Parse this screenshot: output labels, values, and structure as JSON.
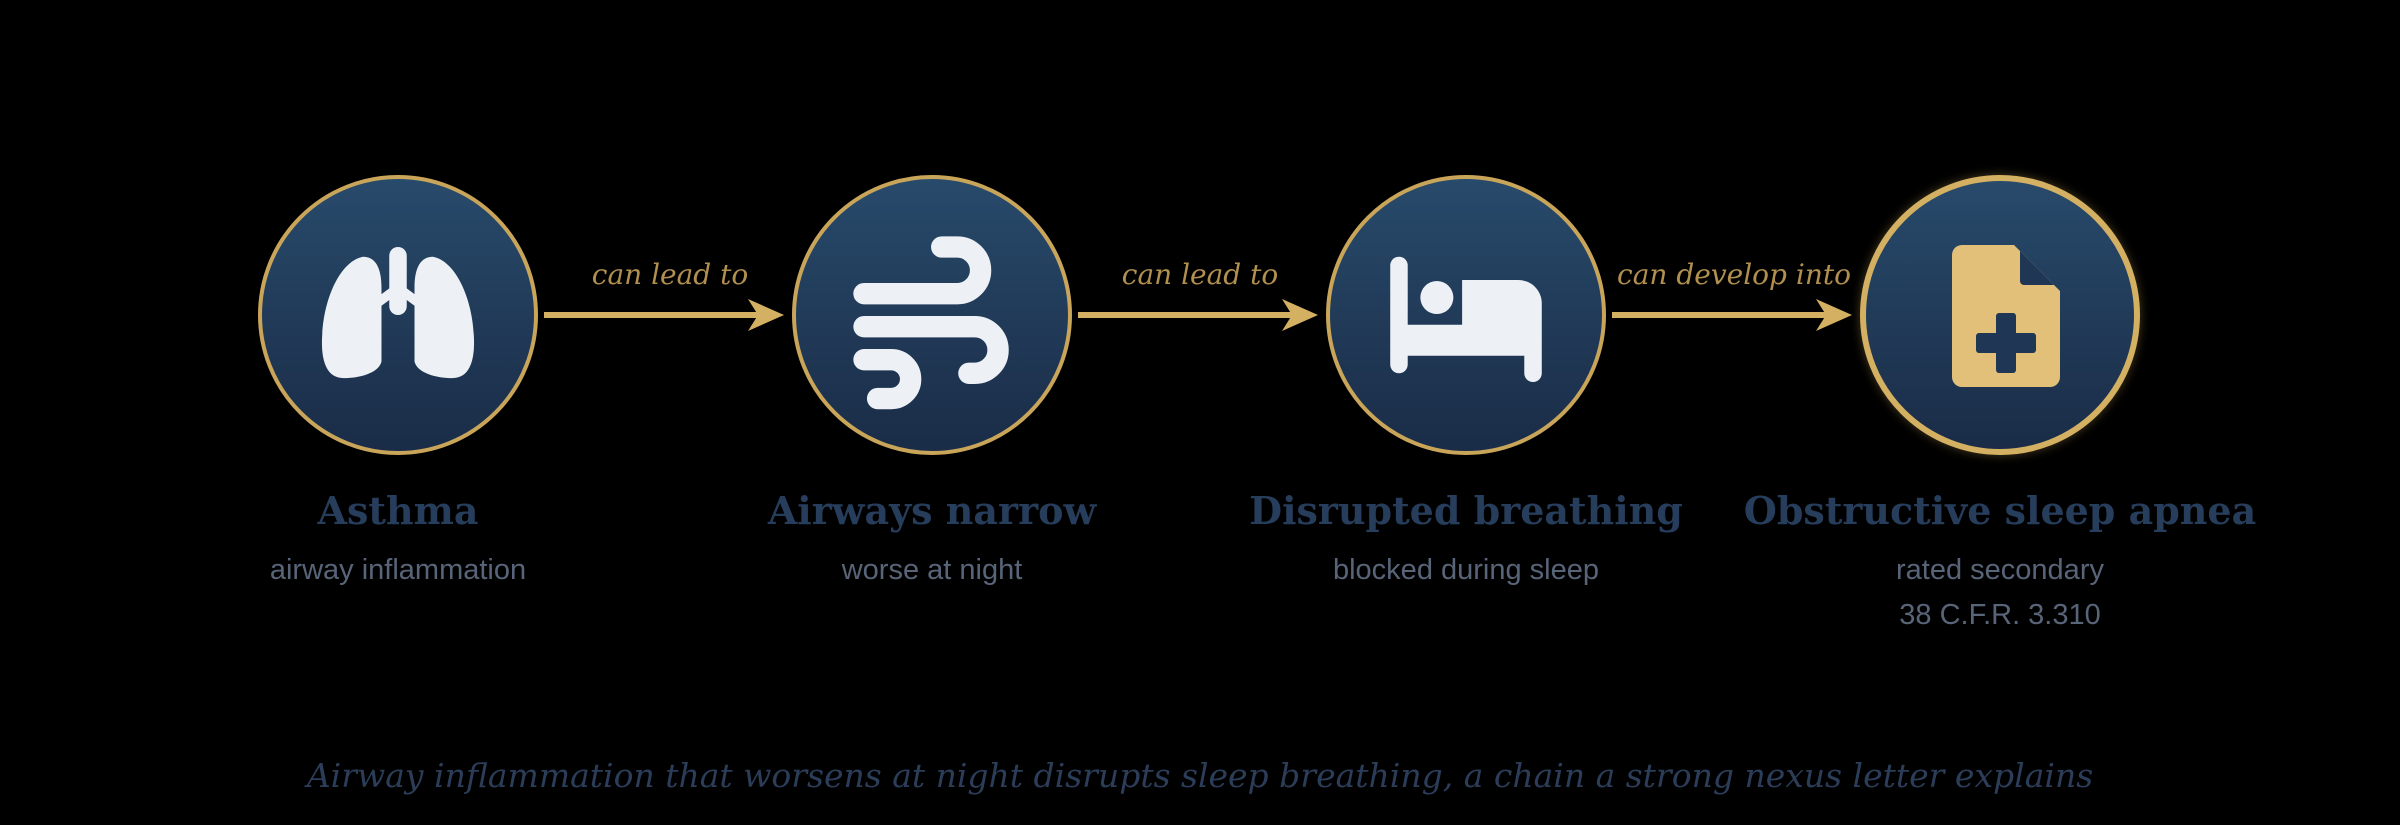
{
  "colors": {
    "background": "#000000",
    "node_fill_top": "#284a6b",
    "node_fill_bottom": "#1a2c47",
    "node_border": "#c9a55a",
    "arrow": "#d4b062",
    "icon_light": "#edf1f6",
    "icon_gold": "#e3c07a",
    "title_text": "#273d5c",
    "subtitle_text": "#586478",
    "edge_label_text": "#b08f4f"
  },
  "nodes": [
    {
      "icon": "lungs-icon",
      "title": "Asthma",
      "subtitle_lines": [
        "airway inflammation"
      ]
    },
    {
      "icon": "wind-icon",
      "title": "Airways narrow",
      "subtitle_lines": [
        "worse at night"
      ]
    },
    {
      "icon": "bed-icon",
      "title": "Disrupted breathing",
      "subtitle_lines": [
        "blocked during sleep"
      ]
    },
    {
      "icon": "medical-file-icon",
      "title": "Obstructive sleep apnea",
      "subtitle_lines": [
        "rated secondary",
        "38 C.F.R. 3.310"
      ]
    }
  ],
  "edges": [
    {
      "from": 0,
      "to": 1,
      "label": "can lead to"
    },
    {
      "from": 1,
      "to": 2,
      "label": "can lead to"
    },
    {
      "from": 2,
      "to": 3,
      "label": "can develop into"
    }
  ],
  "caption": "Airway inflammation that worsens at night disrupts sleep breathing, a chain a strong nexus letter explains"
}
